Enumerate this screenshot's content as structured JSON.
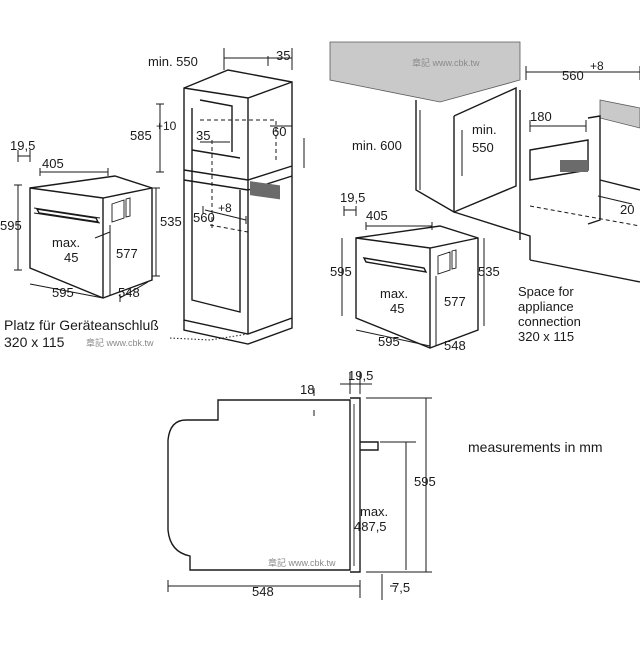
{
  "figure_1": {
    "title": "",
    "watermark": "章記 www.cbk.tw",
    "oven": {
      "depth_offset": "19,5",
      "width_top": "405",
      "height": "595",
      "inner_height": "535",
      "door_height": "577",
      "door_max": "max.",
      "door_max_value": "45",
      "width": "595",
      "depth": "548"
    },
    "cabinet": {
      "min_depth_label": "min. 550",
      "side_gap": "35",
      "niche_height": "585",
      "niche_height_tol": "+10",
      "inner_gap": "35",
      "vent_depth": "60",
      "niche_width": "560",
      "niche_width_tol": "+8"
    },
    "connection_note": "Platz für Geräteanschluß",
    "connection_size": "320 x 115"
  },
  "figure_2": {
    "watermark": "章記 www.cbk.tw",
    "oven": {
      "depth_offset": "19,5",
      "width_top": "405",
      "height": "595",
      "inner_height": "535",
      "door_height": "577",
      "door_max": "max.",
      "door_max_value": "45",
      "width": "595",
      "depth": "548"
    },
    "undercounter": {
      "niche_width": "560",
      "niche_width_tol": "+8",
      "niche_height": "min. 600",
      "niche_depth_min": "min.",
      "niche_depth_value": "550",
      "vent_width": "180",
      "plinth_gap": "20"
    },
    "connection_note_lines": [
      "Space for",
      "appliance",
      "connection",
      "320 x 115"
    ]
  },
  "figure_3": {
    "watermark": "章記 www.cbk.tw",
    "frame_gap": "18",
    "door_offset": "19,5",
    "total_height": "595",
    "handle_max": "max.",
    "handle_value": "487,5",
    "total_depth": "548",
    "bottom_gap": "7,5"
  },
  "units_note": "measurements in mm"
}
